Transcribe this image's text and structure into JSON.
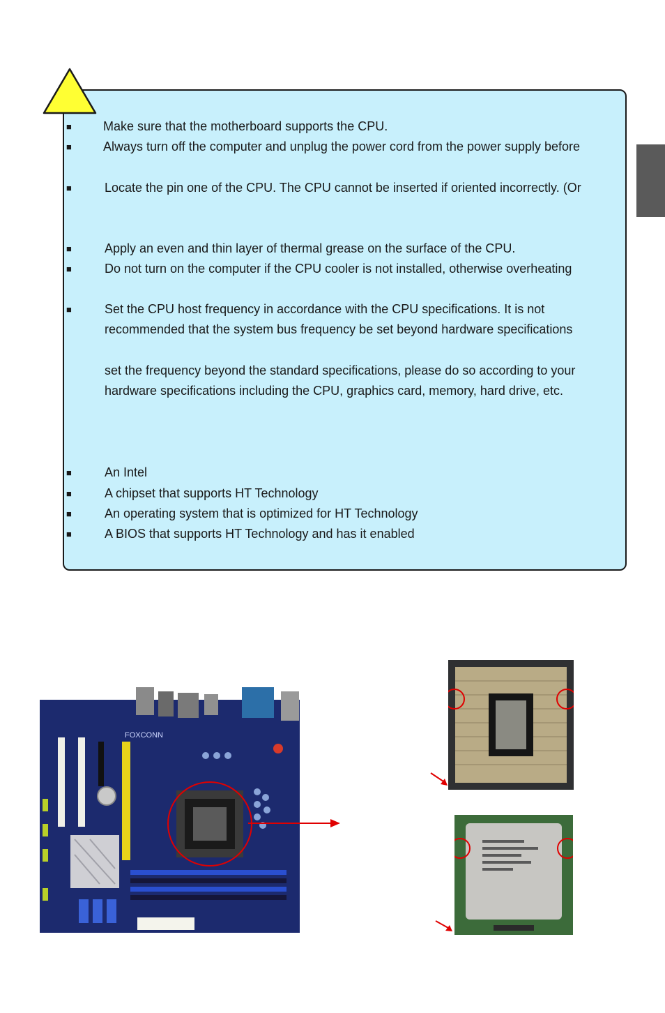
{
  "warnings": [
    {
      "text": "Make sure that the motherboard supports the CPU."
    },
    {
      "text": "Always turn off the computer and unplug the power cord from the power supply before"
    },
    {
      "text": "Locate the pin one of the CPU. The CPU cannot be inserted if oriented incorrectly. (Or"
    },
    {
      "text": "Apply an even and thin layer of thermal grease on the surface of the CPU."
    },
    {
      "text": "Do not turn on the computer if the CPU cooler is not installed, otherwise overheating"
    },
    {
      "text": "Set the CPU host frequency in accordance with the CPU specifications. It is not"
    }
  ],
  "continuations": [
    "recommended that the system bus frequency be set beyond hardware specifications",
    "set the frequency beyond the standard specifications, please do so according to your",
    "hardware specifications including the CPU, graphics card, memory, hard drive, etc."
  ],
  "ht_requirements": [
    "An Intel",
    "A chipset that supports HT Technology",
    "An operating system that is optimized for HT Technology",
    "A BIOS that supports HT Technology and has it enabled"
  ],
  "bullet_glyph": "■",
  "board_brand": "FOXCONN",
  "colors": {
    "box_fill": "#c8f0fc",
    "warning_yellow": "#ffff33",
    "arrow_red": "#e00000",
    "side_tab": "#5a5a5a"
  }
}
